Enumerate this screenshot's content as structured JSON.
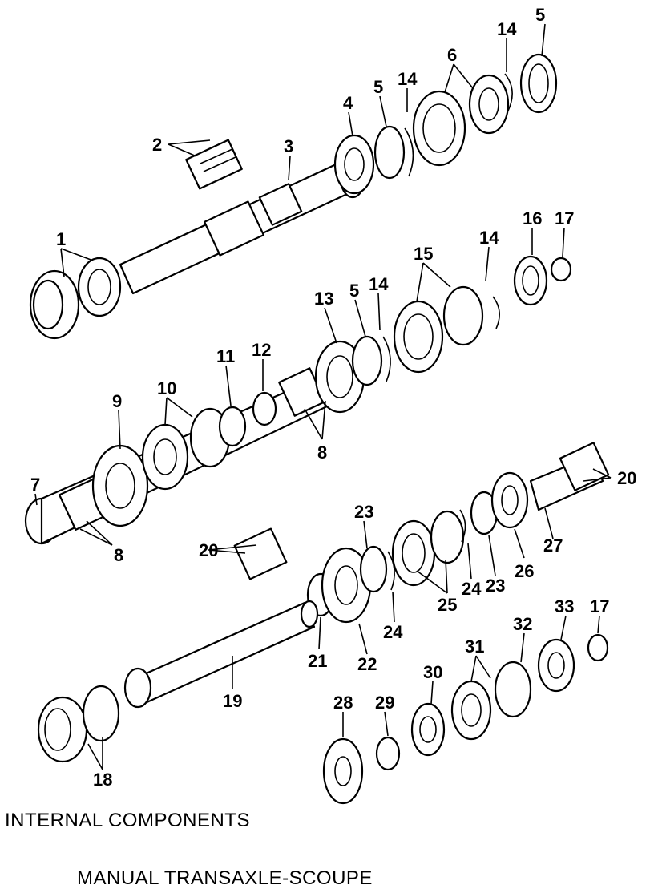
{
  "caption": {
    "line1": "INTERNAL COMPONENTS",
    "line2": "MANUAL TRANSAXLE-SCOUPE"
  },
  "callouts": [
    "1",
    "2",
    "3",
    "4",
    "5",
    "5",
    "5",
    "6",
    "7",
    "8",
    "8",
    "9",
    "10",
    "11",
    "12",
    "13",
    "14",
    "14",
    "14",
    "14",
    "15",
    "16",
    "17",
    "17",
    "18",
    "19",
    "20",
    "20",
    "21",
    "22",
    "23",
    "23",
    "24",
    "24",
    "25",
    "26",
    "27",
    "28",
    "29",
    "30",
    "31",
    "32",
    "33"
  ],
  "colors": {
    "ink": "#000000",
    "paper": "#ffffff"
  }
}
